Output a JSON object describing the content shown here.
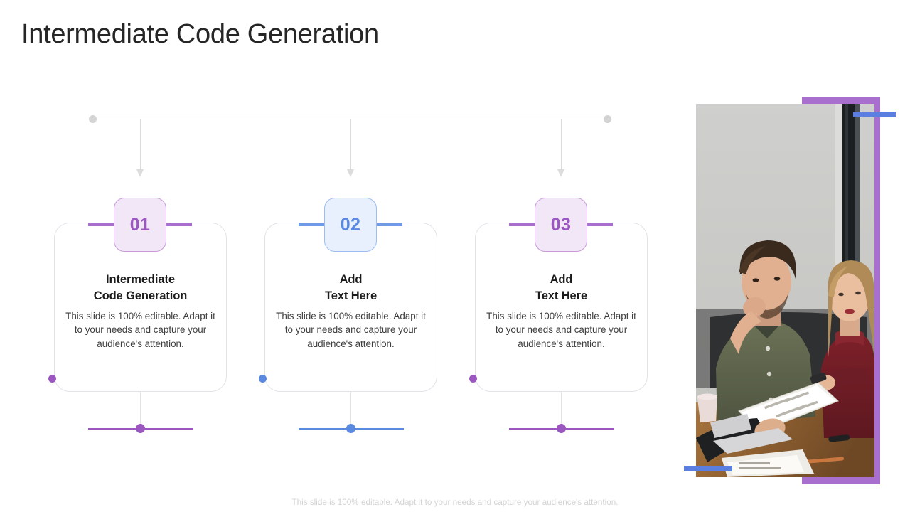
{
  "slide": {
    "title": "Intermediate Code Generation",
    "footer": "This slide is 100% editable. Adapt it to your needs and capture your audience's attention."
  },
  "colors": {
    "purple": "#9b57bf",
    "purple_bar": "#a96fce",
    "purple_badge_fill": "#f2e7f7",
    "purple_badge_border": "#c89ada",
    "blue": "#5a8ae0",
    "blue_bar": "#6f9ae8",
    "blue_badge_fill": "#e8f0fd",
    "blue_badge_border": "#9dbdee",
    "line_gray": "#dcdcdc",
    "card_border": "#e3e1e6",
    "title_text": "#262626",
    "heading_text": "#1b1b1b",
    "body_text": "#3e3e3e",
    "footer_text": "#d3d3d3"
  },
  "cards": [
    {
      "number": "01",
      "heading": "Intermediate\nCode Generation",
      "body": "This slide is 100% editable. Adapt it to your needs and capture your audience's attention.",
      "accent": "#9b57bf"
    },
    {
      "number": "02",
      "heading": "Add\nText Here",
      "body": "This slide is 100% editable. Adapt it to your needs and capture your audience's attention.",
      "accent": "#5a8ae0"
    },
    {
      "number": "03",
      "heading": "Add\nText Here",
      "body": "This slide is 100% editable. Adapt it to your needs and capture your audience's attention.",
      "accent": "#9b57bf"
    }
  ],
  "photo": {
    "alt": "business-meeting-photo",
    "frame_color": "#a96fce",
    "accent_color": "#5a7fe0"
  }
}
